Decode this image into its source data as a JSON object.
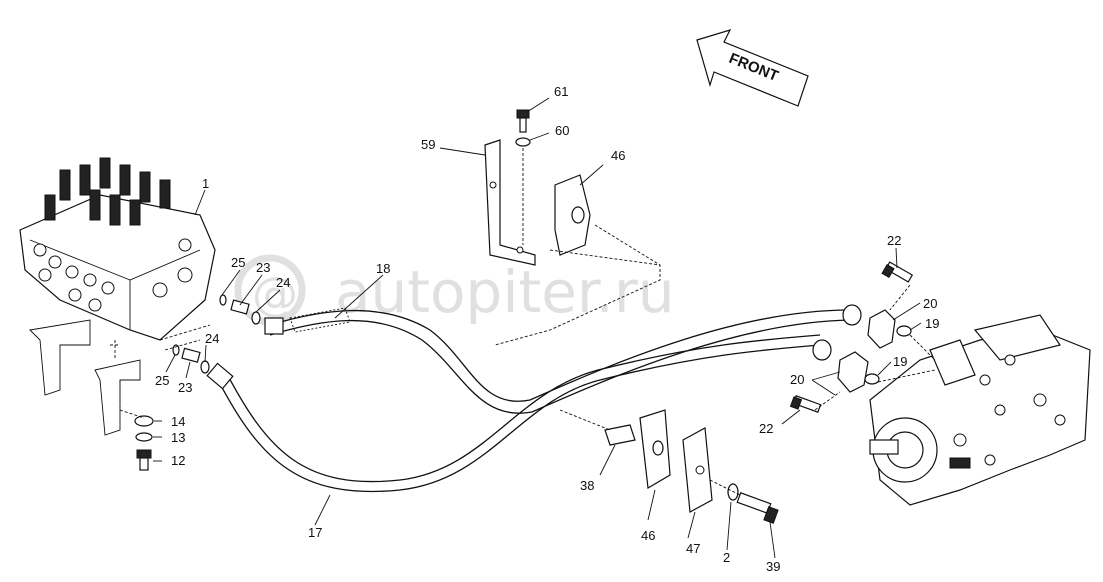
{
  "diagram": {
    "front_label": "FRONT",
    "watermark": "autopiter.ru",
    "callouts": {
      "c1": "1",
      "c2": "2",
      "c12": "12",
      "c13": "13",
      "c14": "14",
      "c17": "17",
      "c18": "18",
      "c19a": "19",
      "c19b": "19",
      "c20a": "20",
      "c20b": "20",
      "c22a": "22",
      "c22b": "22",
      "c23a": "23",
      "c23b": "23",
      "c24a": "24",
      "c24b": "24",
      "c25a": "25",
      "c25b": "25",
      "c38": "38",
      "c39": "39",
      "c46a": "46",
      "c46b": "46",
      "c47": "47",
      "c59": "59",
      "c60": "60",
      "c61": "61"
    }
  }
}
